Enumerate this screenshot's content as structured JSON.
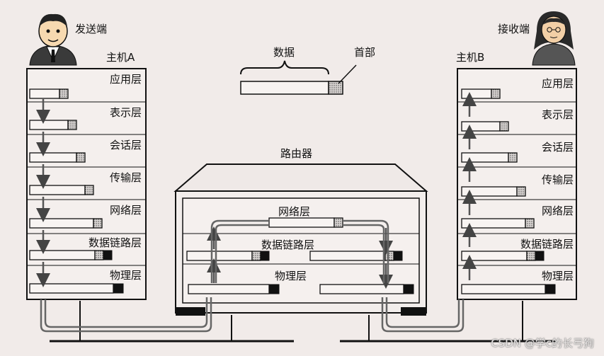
{
  "sender": {
    "role": "发送端",
    "host": "主机A"
  },
  "receiver": {
    "role": "接收端",
    "host": "主机B"
  },
  "legend": {
    "data": "数据",
    "header": "首部"
  },
  "router": {
    "title": "路由器"
  },
  "layers": [
    "应用层",
    "表示层",
    "会话层",
    "传输层",
    "网络层",
    "数据链路层",
    "物理层"
  ],
  "router_layers": [
    "网络层",
    "数据链路层",
    "物理层"
  ],
  "watermark": "CSDN @学c的长弓狗",
  "colors": {
    "background": "#f1ebe9",
    "header_fill": "#b8b3b1",
    "trailer_fill": "#111111",
    "arrow": "#555555"
  }
}
